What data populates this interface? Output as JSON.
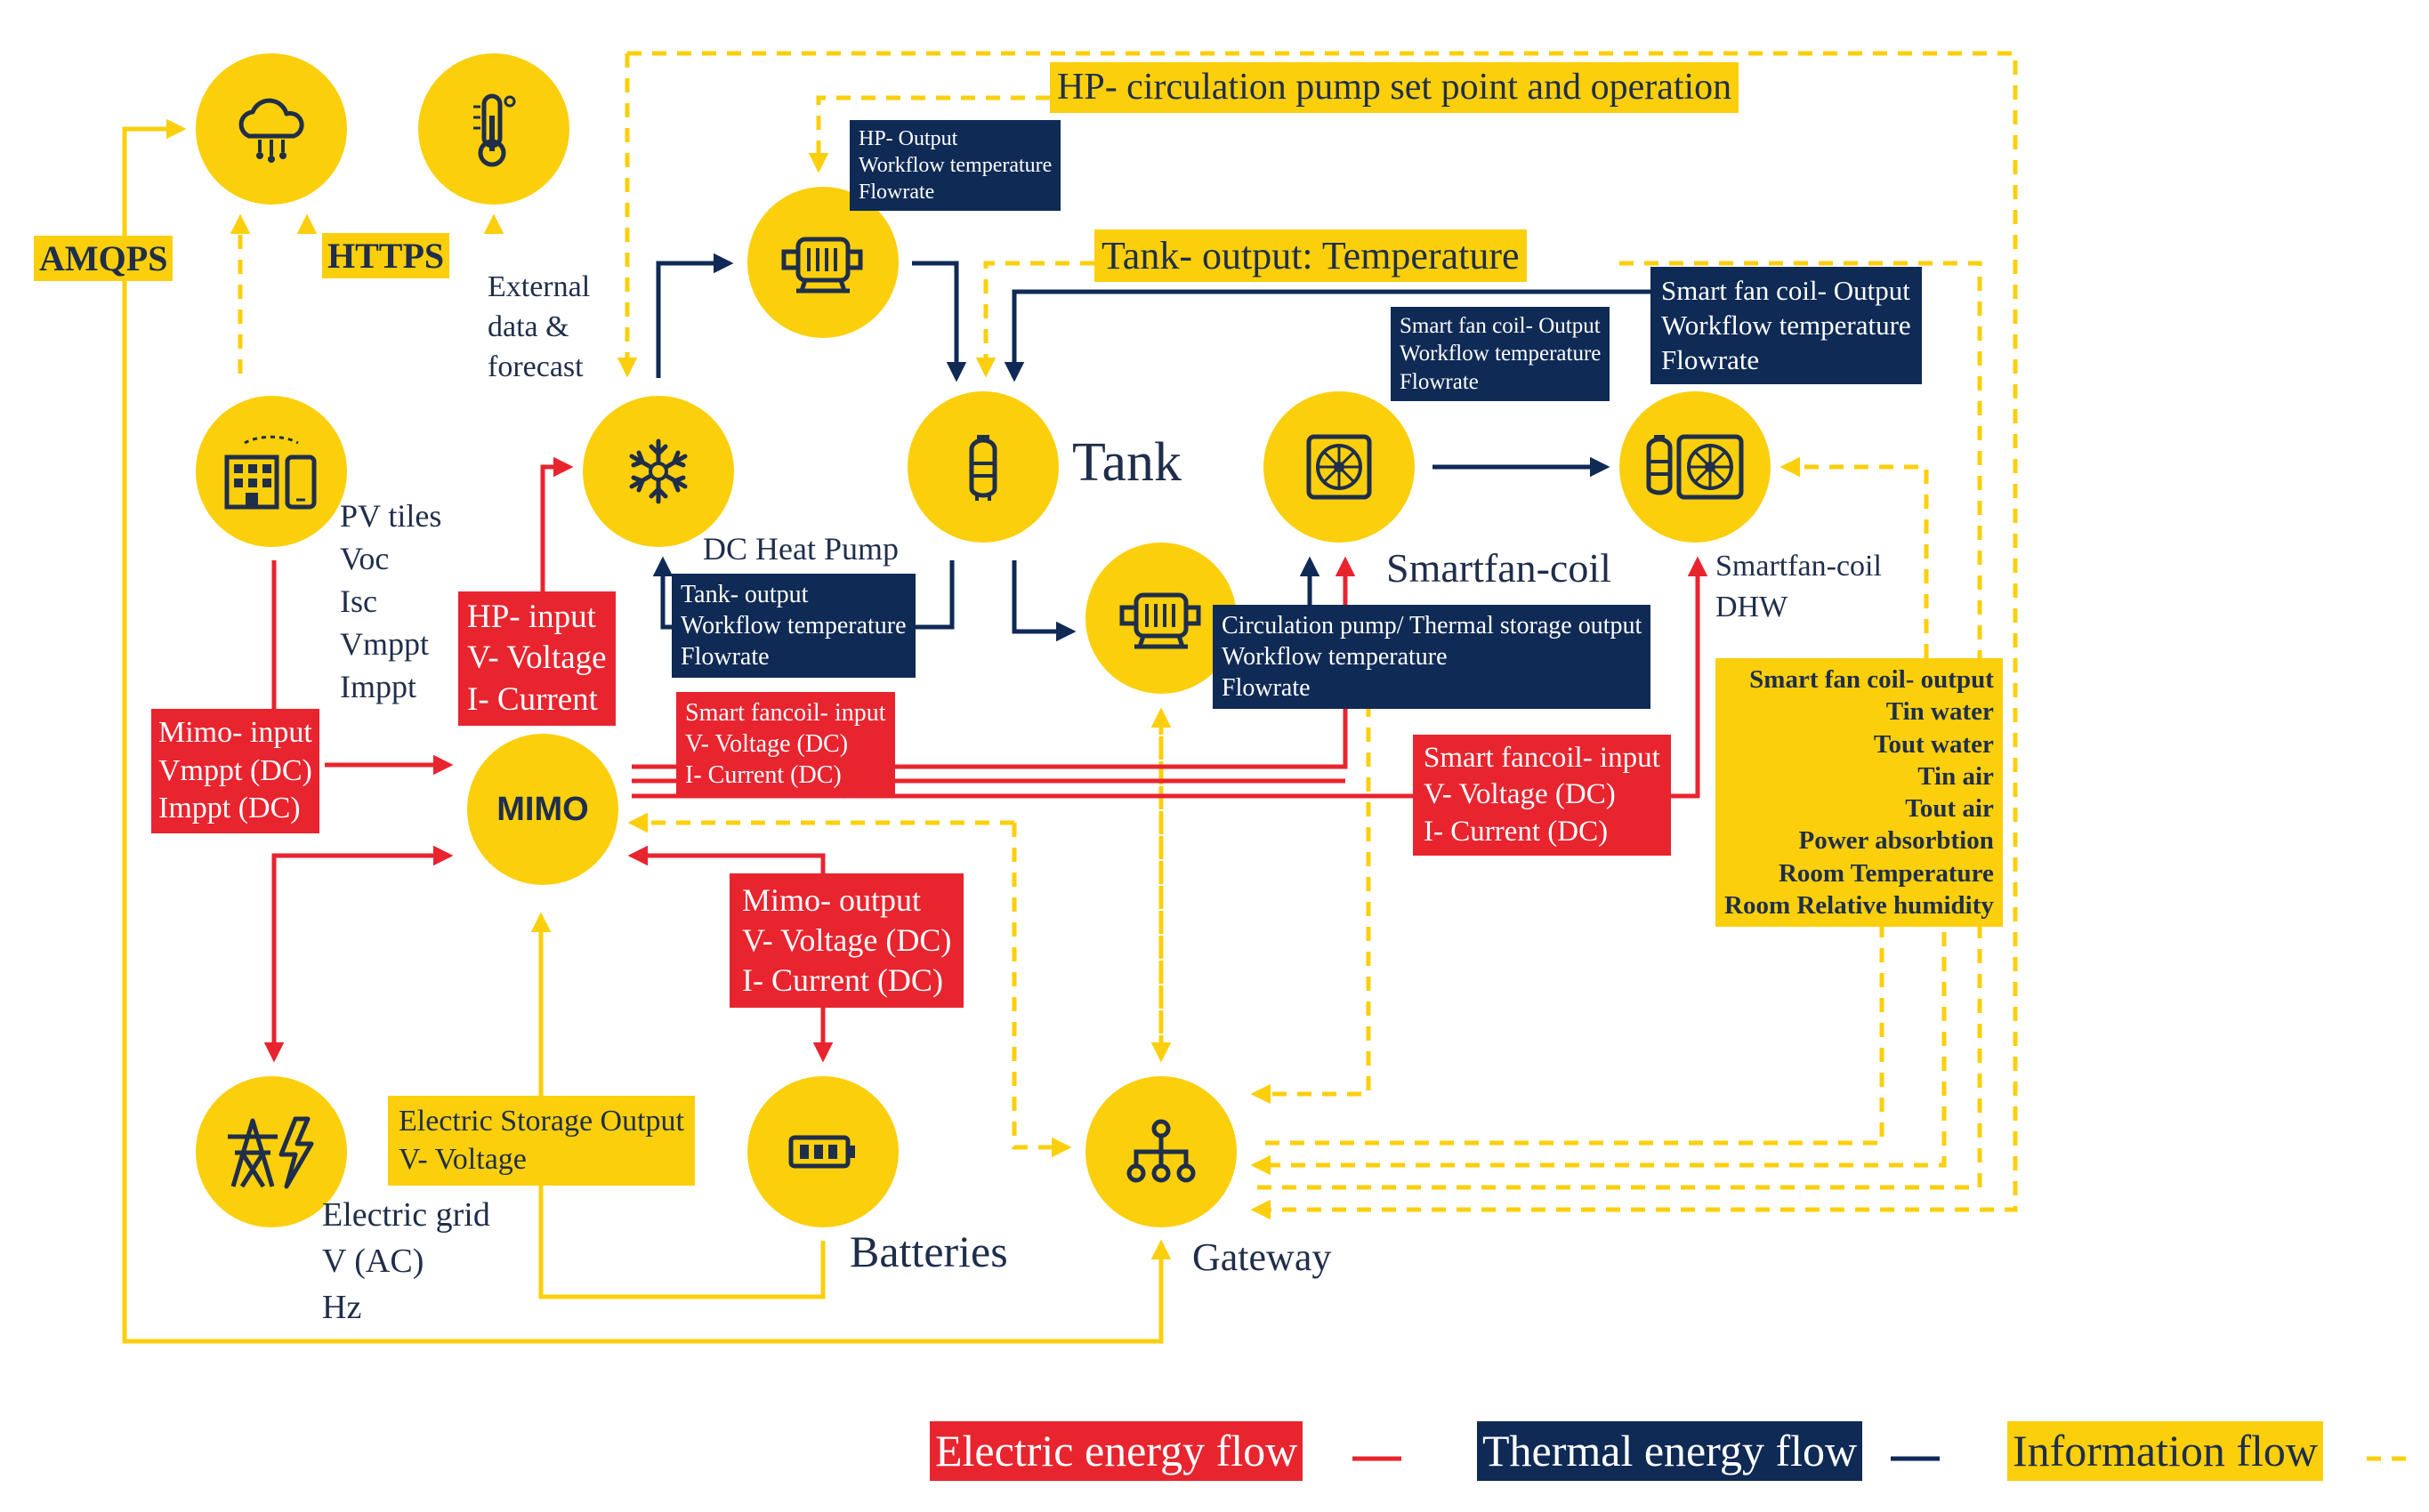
{
  "colors": {
    "electric": "#e8242f",
    "thermal": "#0f2a55",
    "information": "#fbcf0b",
    "node_fill": "#fbcf0b",
    "text": "#1f2e4a"
  },
  "nodes": {
    "weather": {
      "icon": "cloud-rain-icon"
    },
    "thermometer": {
      "icon": "thermometer-icon"
    },
    "building": {
      "icon": "building-phone-icon"
    },
    "heat_pump": {
      "icon": "snowflake-icon",
      "label": "DC Heat Pump"
    },
    "hp_circ_pump": {
      "icon": "pump-motor-icon"
    },
    "tank": {
      "icon": "tank-icon",
      "label": "Tank"
    },
    "circ_pump": {
      "icon": "pump-motor-icon"
    },
    "smartfan_coil": {
      "icon": "fan-coil-icon",
      "label": "Smartfan-coil"
    },
    "smartfan_dhw": {
      "icon": "fan-coil-dhw-icon",
      "label_lines": [
        "Smartfan-coil",
        "DHW"
      ]
    },
    "mimo": {
      "label": "MIMO"
    },
    "grid": {
      "icon": "power-tower-lightning-icon",
      "label_lines": [
        "Electric grid",
        "V (AC)",
        "Hz"
      ]
    },
    "batteries": {
      "icon": "battery-icon",
      "label": "Batteries"
    },
    "gateway": {
      "icon": "network-hierarchy-icon",
      "label": "Gateway"
    }
  },
  "labels": {
    "amqps": "AMQPS",
    "https": "HTTPS",
    "external": [
      "External",
      "data &",
      "forecast"
    ],
    "pv": [
      "PV tiles",
      "Voc",
      "Isc",
      "Vmppt",
      "Imppt"
    ]
  },
  "boxes": {
    "hp_output": [
      "HP- Output",
      "Workflow temperature",
      "Flowrate"
    ],
    "hp_circ_setpoint": [
      "HP- circulation pump set point and operation"
    ],
    "tank_output_temp": [
      "Tank- output: Temperature"
    ],
    "sfc_output_small": [
      "Smart fan coil- Output",
      "Workflow temperature",
      "Flowrate"
    ],
    "sfc_output_large": [
      "Smart fan coil- Output",
      "Workflow temperature",
      "Flowrate"
    ],
    "tank_output": [
      "Tank- output",
      "Workflow temperature",
      "Flowrate"
    ],
    "hp_input": [
      "HP- input",
      "V- Voltage",
      "I- Current"
    ],
    "circ_pump_output": [
      "Circulation pump/ Thermal storage output",
      "Workflow temperature",
      "Flowrate"
    ],
    "mimo_input": [
      "Mimo- input",
      "Vmppt (DC)",
      "Imppt (DC)"
    ],
    "sfc_input_a": [
      "Smart fancoil- input",
      "V- Voltage (DC)",
      "I- Current (DC)"
    ],
    "sfc_input_b": [
      "Smart fancoil- input",
      "V- Voltage (DC)",
      "I- Current (DC)"
    ],
    "sfc_info_output": [
      "Smart fan coil- output",
      "Tin water",
      "Tout water",
      "Tin air",
      "Tout air",
      "Power absorbtion",
      "Room Temperature",
      "Room Relative humidity"
    ],
    "mimo_output": [
      "Mimo- output",
      "V- Voltage (DC)",
      "I- Current (DC)"
    ],
    "electric_storage": [
      "Electric Storage Output",
      "V- Voltage"
    ]
  },
  "legend": {
    "electric": "Electric energy flow",
    "thermal": "Thermal energy flow",
    "information": "Information flow"
  }
}
